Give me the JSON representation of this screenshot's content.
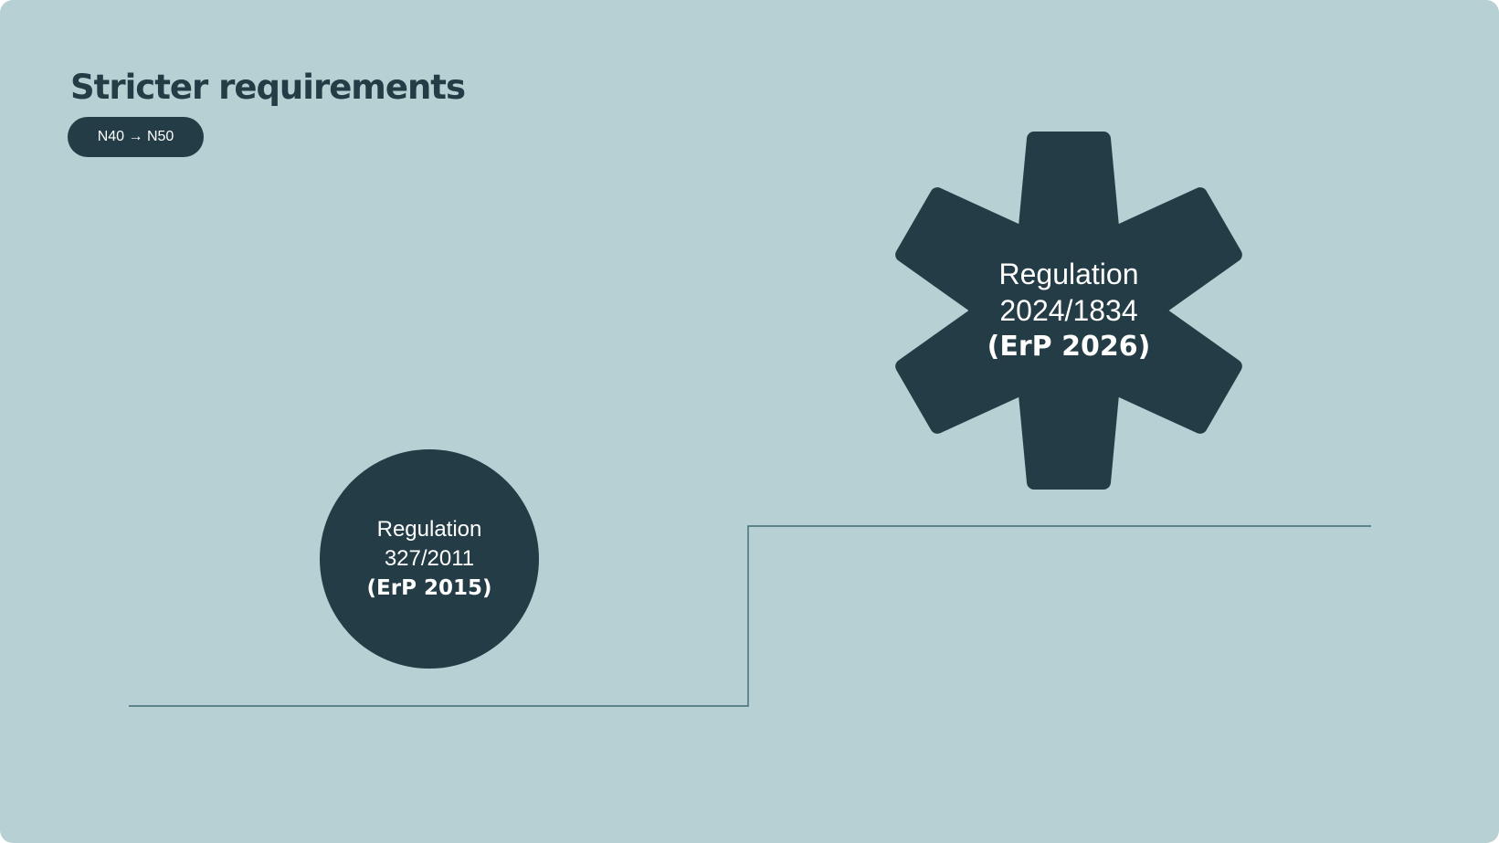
{
  "title": "Stricter requirements",
  "badge": "N40 → N50",
  "colors": {
    "background": "#b6d0d3",
    "dark": "#233c46",
    "line": "#3f6a72",
    "text_light": "#ffffff"
  },
  "regulations": [
    {
      "shape": "circle",
      "line1": "Regulation",
      "line2": "327/2011",
      "line3": "(ErP 2015)"
    },
    {
      "shape": "six-point-star",
      "line1": "Regulation",
      "line2": "2024/1834",
      "line3": "(ErP 2026)"
    }
  ]
}
